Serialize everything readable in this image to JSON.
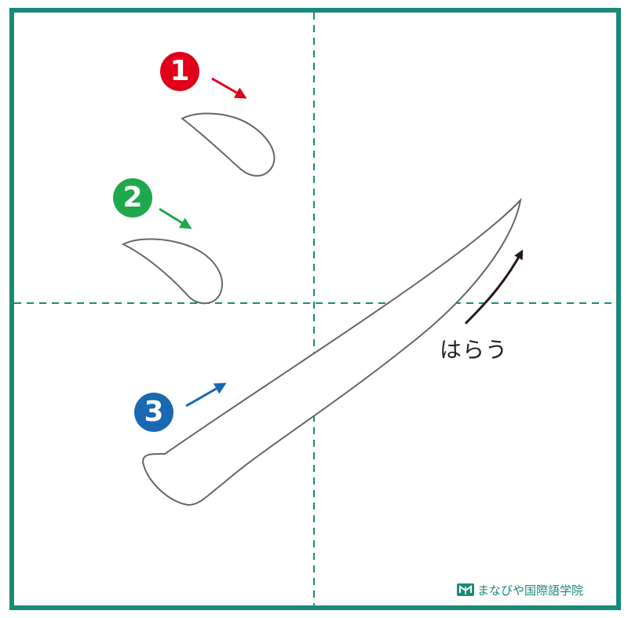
{
  "steps": [
    {
      "number": "1",
      "color": "#e0001b"
    },
    {
      "number": "2",
      "color": "#1fa84a"
    },
    {
      "number": "3",
      "color": "#1869b0"
    }
  ],
  "annotation": {
    "text": "はらう",
    "arrow_color": "#231815"
  },
  "brand": {
    "name": "まなびや国際語学院",
    "color": "#1a8a78"
  },
  "colors": {
    "frame": "#1a8a78",
    "guide": "#1a8a78",
    "stroke_outline": "#666666"
  }
}
